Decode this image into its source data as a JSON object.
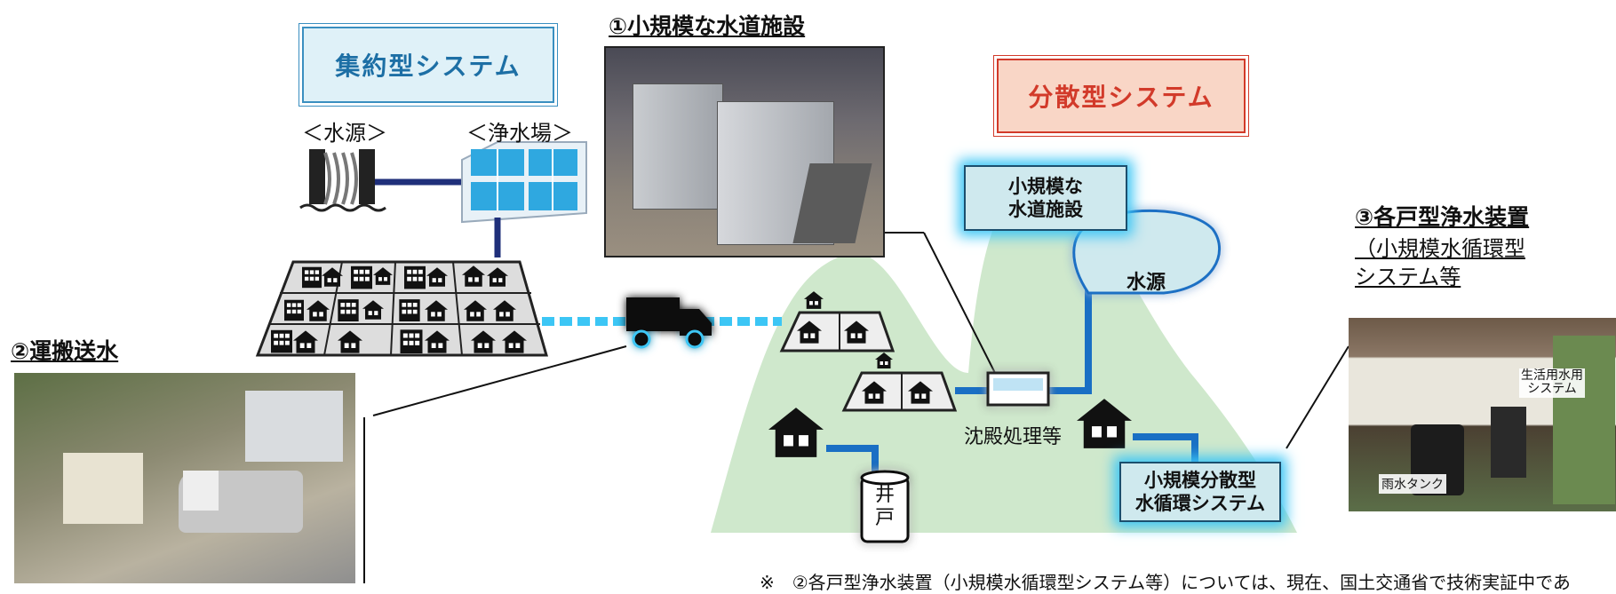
{
  "central_system": {
    "label": "集約型システム"
  },
  "distributed_system": {
    "label": "分散型システム"
  },
  "headings": {
    "small_facility": "①小規模な水道施設",
    "transport": "②運搬送水",
    "household_line1": "③各戸型浄水装置",
    "household_line2": "（小規模水循環型",
    "household_line3": "システム等"
  },
  "central_labels": {
    "source": "＜水源＞",
    "plant": "＜浄水場＞"
  },
  "diagram_labels": {
    "small_facility_line1": "小規模な",
    "small_facility_line2": "水道施設",
    "water_source": "水源",
    "sedimentation": "沈殿処理等",
    "well_char1": "井",
    "well_char2": "戸",
    "distributed_box_line1": "小規模分散型",
    "distributed_box_line2": "水循環システム"
  },
  "photo_labels": {
    "domestic_system_line1": "生活用水用",
    "domestic_system_line2": "システム",
    "rain_tank": "雨水タンク"
  },
  "footnote": "※　②各戸型浄水装置（小規模水循環型システム等）については、現在、国土交通省で技術実証中であ",
  "colors": {
    "blue_line": "#1a6fc4",
    "glow": "#3cc6f5",
    "mountain": "#cfe8cc",
    "central_accent": "#1d6fa5",
    "distributed_accent": "#d23a2a"
  }
}
